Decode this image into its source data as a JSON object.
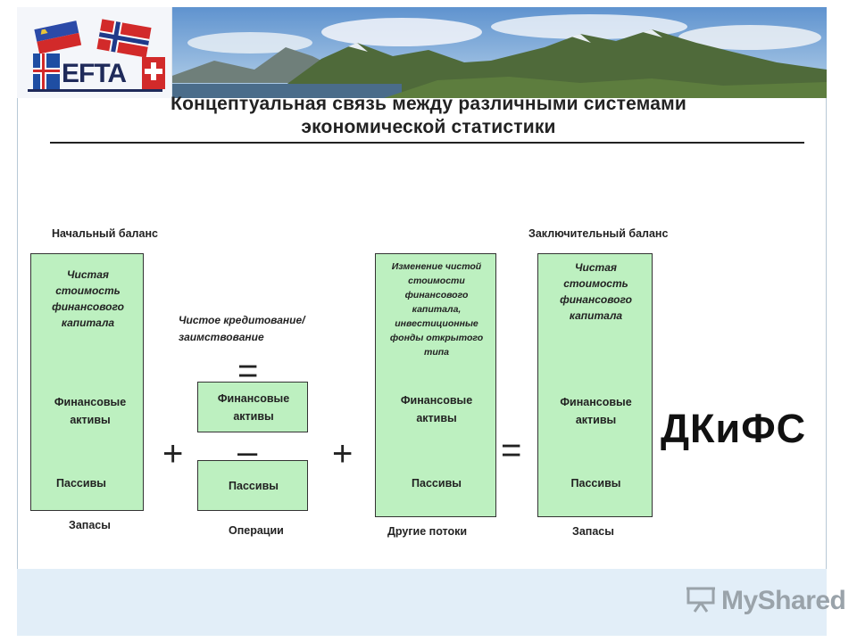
{
  "header": {
    "logo_text": "EFTA",
    "title_line1": "Концептуальная связь между различными системами",
    "title_line2": "экономической статистики"
  },
  "diagram": {
    "opening_balance_label": "Начальный баланс",
    "closing_balance_label": "Заключительный баланс",
    "col1": {
      "net_worth": [
        "Чистая",
        "стоимость",
        "финансового",
        "капитала"
      ],
      "assets": [
        "Финансовые",
        "активы"
      ],
      "liabilities": "Пассивы",
      "caption": "Запасы"
    },
    "col2": {
      "net_lending": [
        "Чистое кредитование/",
        "заимствование"
      ],
      "equals": "=",
      "assets": [
        "Финансовые",
        "активы"
      ],
      "minus": "–",
      "liabilities": "Пассивы",
      "caption": "Операции"
    },
    "col3": {
      "change": [
        "Изменение чистой",
        "стоимости",
        "финансового",
        "капитала,",
        "инвестиционные",
        "фонды открытого",
        "типа"
      ],
      "assets": [
        "Финансовые",
        "активы"
      ],
      "liabilities": "Пассивы",
      "caption": "Другие потоки"
    },
    "col4": {
      "net_worth": [
        "Чистая",
        "стоимость",
        "финансового",
        "капитала"
      ],
      "assets": [
        "Финансовые",
        "активы"
      ],
      "liabilities": "Пассивы",
      "caption": "Запасы"
    },
    "operators": {
      "plus1": "+",
      "plus2": "+",
      "equals": "="
    },
    "dkifs": "ДКиФС"
  },
  "footer": {
    "watermark": "MyShared"
  },
  "colors": {
    "box_fill": "#bdf0c0",
    "footer_bg": "#e2eef8"
  }
}
